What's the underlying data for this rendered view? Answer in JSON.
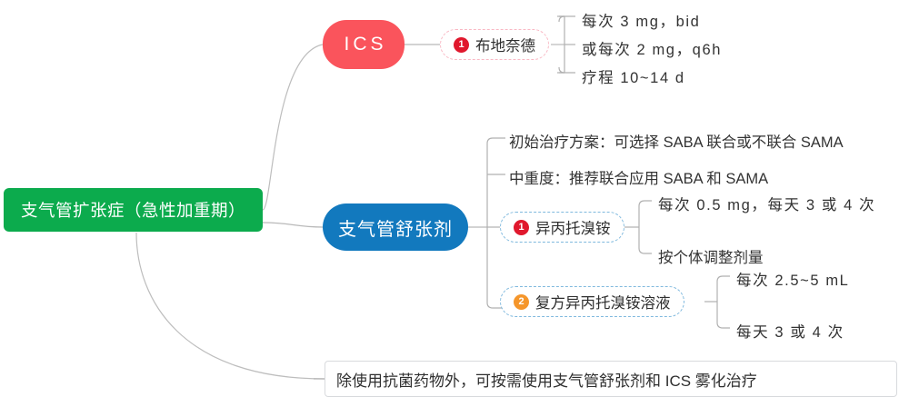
{
  "diagram": {
    "type": "mindmap",
    "root": {
      "label": "支气管扩张症（急性加重期）",
      "color": "#0cab4d"
    },
    "branches": [
      {
        "id": "ics",
        "label": "ICS",
        "color": "#fa545c",
        "children": [
          {
            "id": "budesonide",
            "badge": "1",
            "badge_color": "#e0182d",
            "border_color": "#f9b8c4",
            "label": "布地奈德",
            "leaves": [
              "每次 3 mg，bid",
              "或每次 2 mg，q6h",
              "疗程 10~14 d"
            ]
          }
        ]
      },
      {
        "id": "bronchodilator",
        "label": "支气管舒张剂",
        "color": "#1279be",
        "plain_leaves": [
          "初始治疗方案：可选择 SABA 联合或不联合 SAMA",
          "中重度：推荐联合应用 SABA 和 SAMA"
        ],
        "children": [
          {
            "id": "ipratropium",
            "badge": "1",
            "badge_color": "#e0182d",
            "border_color": "#7fb9de",
            "label": "异丙托溴铵",
            "leaves": [
              "每次 0.5 mg，每天 3 或 4 次",
              "按个体调整剂量"
            ]
          },
          {
            "id": "compound-ipratropium",
            "badge": "2",
            "badge_color": "#f5962b",
            "border_color": "#7fb9de",
            "label": "复方异丙托溴铵溶液",
            "leaves": [
              "每次 2.5~5 mL",
              "每天 3 或 4 次"
            ]
          }
        ]
      },
      {
        "id": "note",
        "label": "除使用抗菌药物外，可按需使用支气管舒张剂和 ICS 雾化治疗"
      }
    ]
  }
}
